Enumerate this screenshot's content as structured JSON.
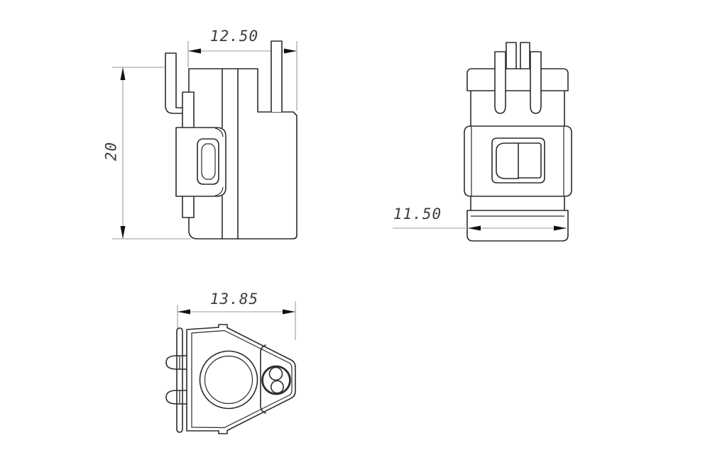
{
  "drawing": {
    "dimensions": {
      "side_width": "12.50",
      "side_height": "20",
      "front_width": "11.50",
      "bottom_width": "13.85"
    },
    "colors": {
      "background": "#ffffff",
      "object_line": "#2b2b2b",
      "dimension_line": "#9b9b9b",
      "dimension_text": "#3c3c3c"
    }
  }
}
